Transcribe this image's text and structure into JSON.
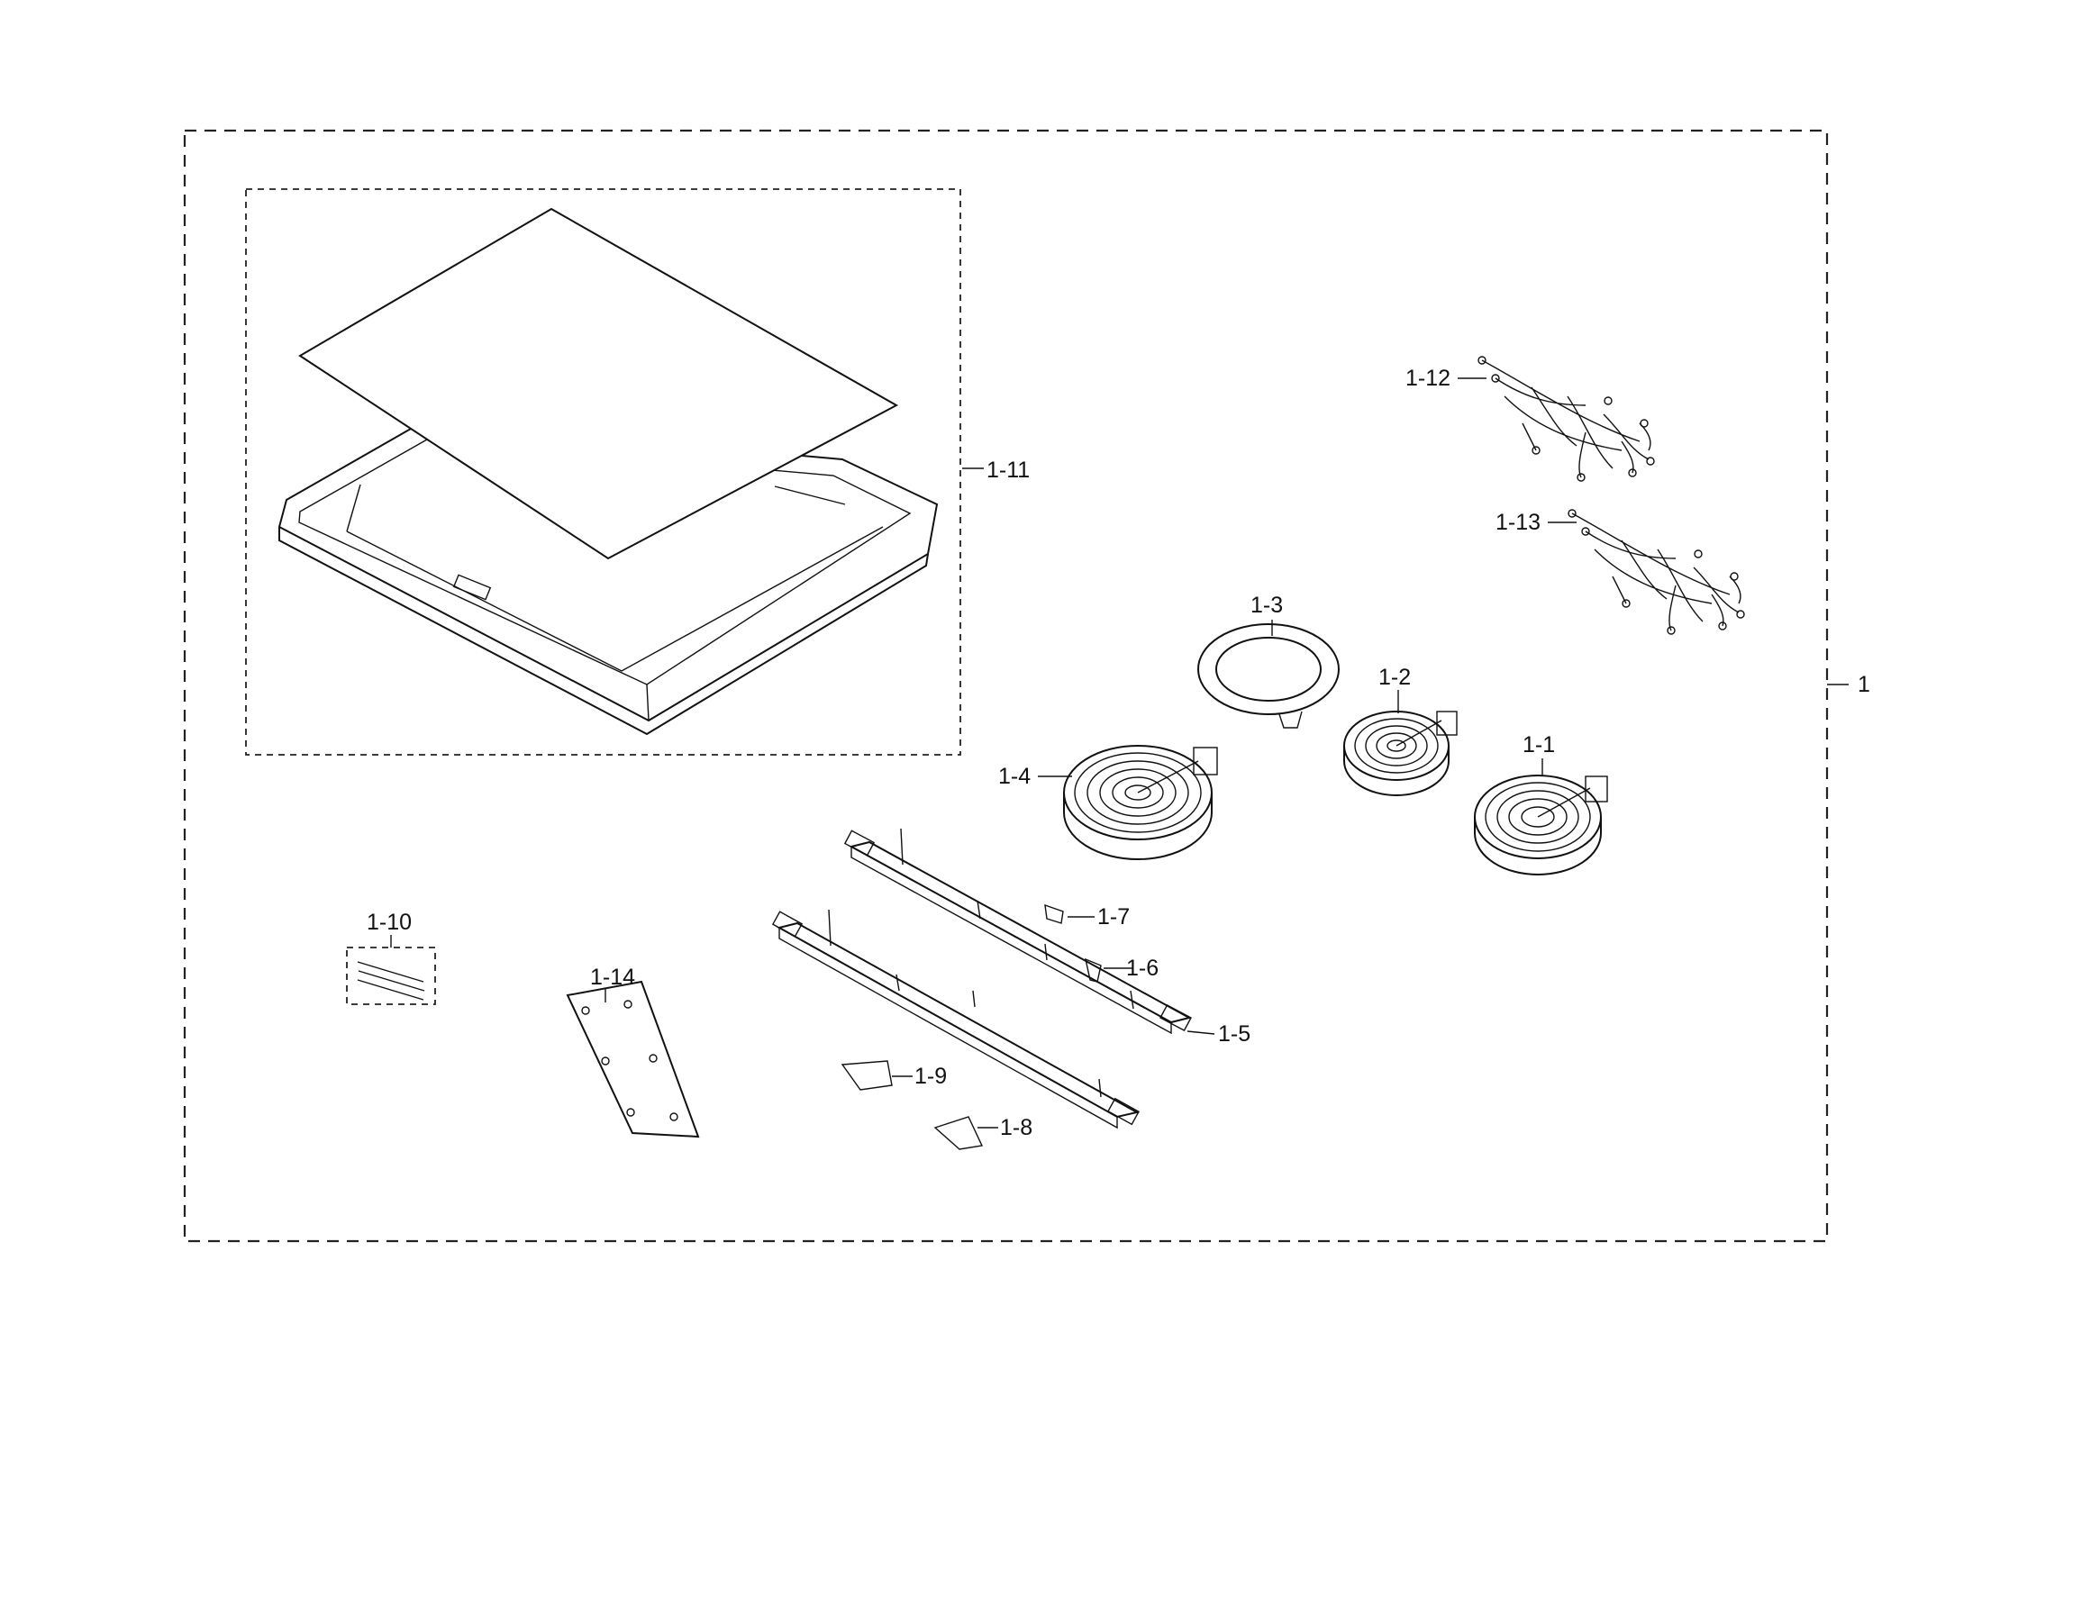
{
  "labels": {
    "assembly": "1",
    "element_1_1": "1-1",
    "element_1_2": "1-2",
    "ring_1_3": "1-3",
    "element_1_4": "1-4",
    "bracket_1_5": "1-5",
    "clip_1_6": "1-6",
    "clip_1_7": "1-7",
    "insulator_1_8": "1-8",
    "insulator_1_9": "1-9",
    "screws_1_10": "1-10",
    "cooktop_1_11": "1-11",
    "harness_1_12": "1-12",
    "harness_1_13": "1-13",
    "plate_1_14": "1-14"
  }
}
